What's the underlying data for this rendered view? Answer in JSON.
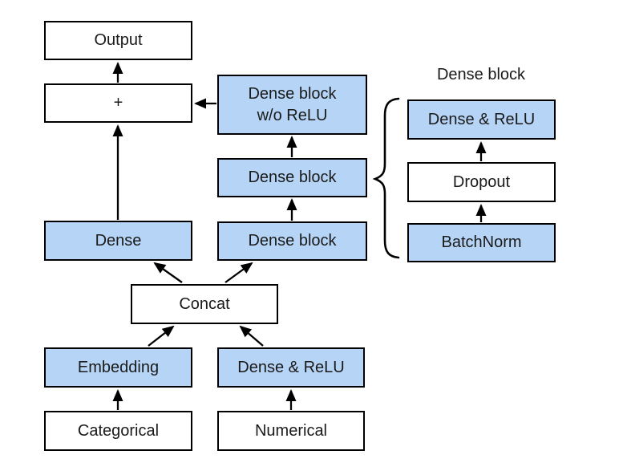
{
  "diagram": {
    "title": "",
    "colors": {
      "background": "#ffffff",
      "blue_fill": "#b6d5f6",
      "white_fill": "#ffffff",
      "line": "#000000",
      "text": "#1a1a1a"
    },
    "nodes": {
      "output": {
        "label": "Output",
        "fill": "white"
      },
      "plus": {
        "label": "+",
        "fill": "white"
      },
      "dense": {
        "label": "Dense",
        "fill": "blue"
      },
      "dense_block_wo_relu": {
        "label_line1": "Dense block",
        "label_line2": "w/o ReLU",
        "fill": "blue"
      },
      "dense_block_mid": {
        "label": "Dense block",
        "fill": "blue"
      },
      "dense_block_bottom": {
        "label": "Dense block",
        "fill": "blue"
      },
      "concat": {
        "label": "Concat",
        "fill": "white"
      },
      "embedding": {
        "label": "Embedding",
        "fill": "blue"
      },
      "dense_relu": {
        "label": "Dense & ReLU",
        "fill": "blue"
      },
      "categorical": {
        "label": "Categorical",
        "fill": "white"
      },
      "numerical": {
        "label": "Numerical",
        "fill": "white"
      }
    },
    "legend": {
      "title": "Dense block",
      "nodes": {
        "dense_relu": {
          "label": "Dense & ReLU",
          "fill": "blue"
        },
        "dropout": {
          "label": "Dropout",
          "fill": "white"
        },
        "batchnorm": {
          "label": "BatchNorm",
          "fill": "blue"
        }
      }
    },
    "edges": [
      "Categorical -> Embedding",
      "Numerical -> Dense & ReLU",
      "Embedding -> Concat",
      "Dense & ReLU -> Concat",
      "Concat -> Dense",
      "Concat -> Dense block (bottom)",
      "Dense block (bottom) -> Dense block (mid)",
      "Dense block (mid) -> Dense block w/o ReLU",
      "Dense block w/o ReLU -> +",
      "Dense -> +",
      "+ -> Output",
      "BatchNorm -> Dropout",
      "Dropout -> Dense & ReLU"
    ]
  }
}
